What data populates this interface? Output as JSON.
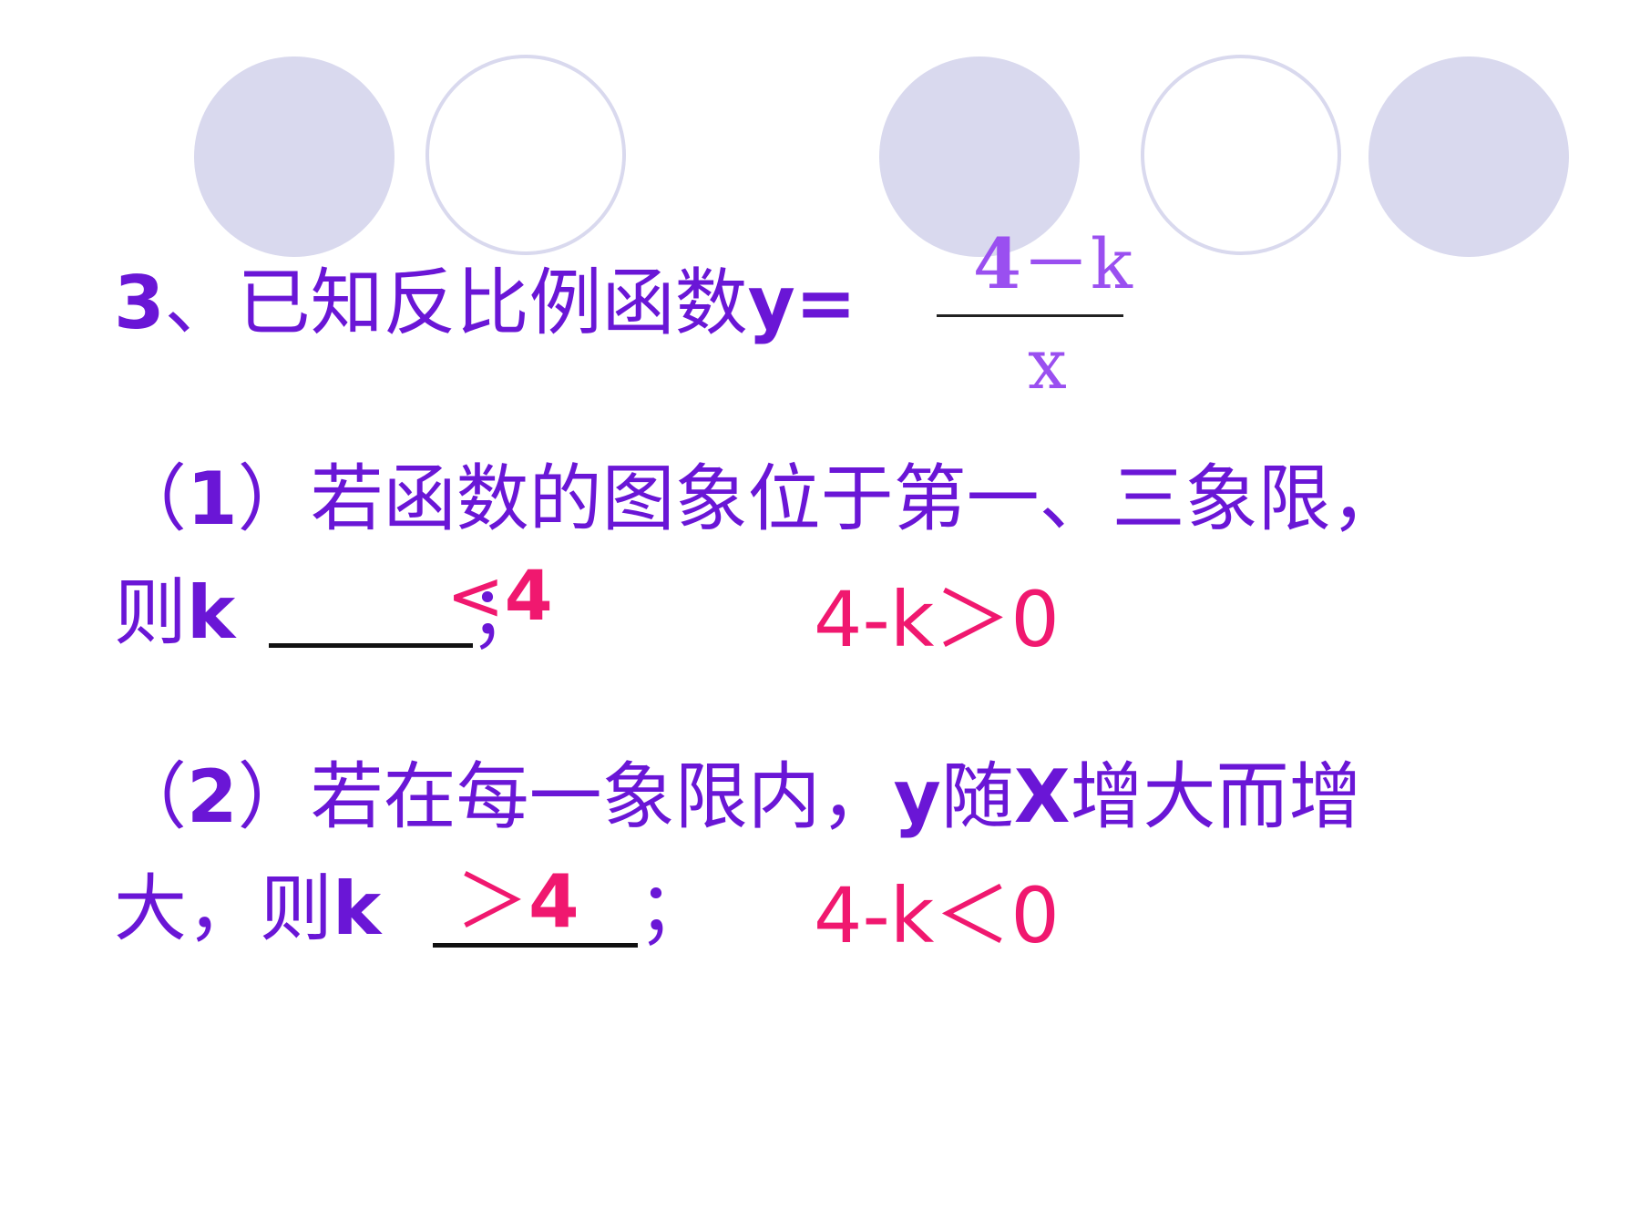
{
  "question": {
    "number": "3",
    "intro": "、已知反比例函数",
    "y_eq": "y=",
    "fraction": {
      "num_bold": "4",
      "num_rest": "－k",
      "den": "x"
    }
  },
  "part1": {
    "prefix_open": "（",
    "prefix_num": "1",
    "prefix_close": "）",
    "text": "若函数的图象位于第一、三象限，",
    "then": "则",
    "var": "k",
    "answer_symbol": "<",
    "answer_value": "4",
    "semicolon": "；",
    "hint": "4-k＞0"
  },
  "part2": {
    "prefix_open": "（",
    "prefix_num": "2",
    "prefix_close": "）",
    "text_a": "若在每一象限内，",
    "y": "y",
    "sui": "随",
    "x": "X",
    "text_b": "增大而增",
    "line2": "大，则",
    "var": "k",
    "answer_symbol": "＞",
    "answer_value": "4",
    "semicolon": "；",
    "hint": "4-k＜0"
  },
  "colors": {
    "purple": "#6a16d6",
    "pink": "#f0186f",
    "circle": "#d9d9ee"
  }
}
